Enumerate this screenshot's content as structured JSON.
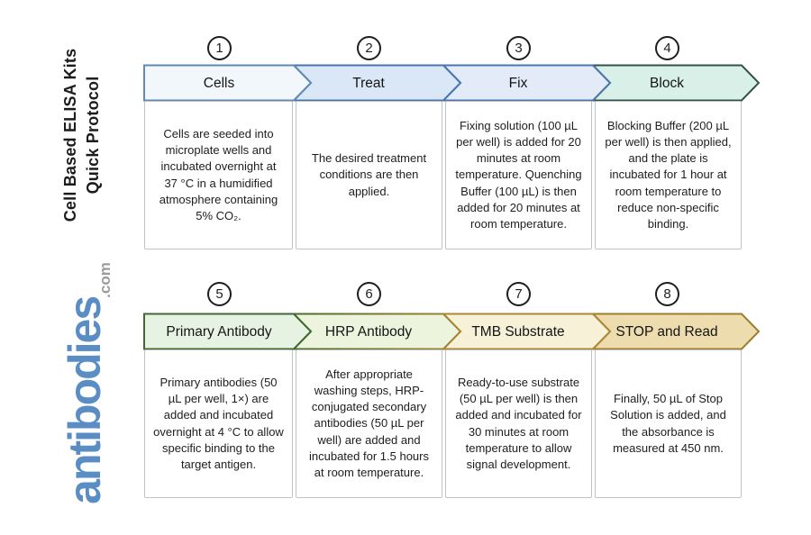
{
  "sidebar": {
    "title_line1": "Cell Based ELISA Kits",
    "title_line2": "Quick Protocol",
    "logo_text": "antibodies",
    "logo_suffix": ".com",
    "logo_color": "#5b8dc5",
    "logo_suffix_color": "#9b9b9b"
  },
  "steps": [
    {
      "number": "1",
      "label": "Cells",
      "fill": "#f1f7fb",
      "border": "#6288b5",
      "description": "Cells are seeded into microplate wells and incubated overnight at 37 °C in a humidified atmosphere containing 5% CO₂."
    },
    {
      "number": "2",
      "label": "Treat",
      "fill": "#d9e7f7",
      "border": "#4a74ac",
      "description": "The desired treatment conditions are then applied."
    },
    {
      "number": "3",
      "label": "Fix",
      "fill": "#e3eaf8",
      "border": "#4d76ae",
      "description": "Fixing solution (100 µL per well) is added for 20 minutes at room temperature. Quenching Buffer (100 µL) is then added for 20 minutes at room temperature."
    },
    {
      "number": "4",
      "label": "Block",
      "fill": "#d8f0e8",
      "border": "#35514b",
      "description": "Blocking Buffer (200 µL per well) is then applied, and the plate is incubated for 1 hour at room temperature to reduce non-specific binding."
    },
    {
      "number": "5",
      "label": "Primary Antibody",
      "fill": "#e6f3e2",
      "border": "#40682f",
      "description": "Primary antibodies (50 µL per well, 1×) are added and incubated overnight at 4 °C to allow specific binding to the target antigen."
    },
    {
      "number": "6",
      "label": "HRP Antibody",
      "fill": "#edf4de",
      "border": "#4a6d2f",
      "border2": "#a98433",
      "description": "After appropriate washing steps, HRP-conjugated secondary antibodies (50 µL per well) are added and incubated for 1.5 hours at room temperature."
    },
    {
      "number": "7",
      "label": "TMB Substrate",
      "fill": "#f6f1d7",
      "border": "#ab8733",
      "description": "Ready-to-use substrate (50 µL per well) is then added and incubated for 30 minutes at room temperature to allow signal development."
    },
    {
      "number": "8",
      "label": "STOP and Read",
      "fill": "#ecdcae",
      "border": "#a07c2c",
      "description": "Finally, 50 µL of Stop Solution is added, and the absorbance is measured at 450 nm."
    }
  ]
}
